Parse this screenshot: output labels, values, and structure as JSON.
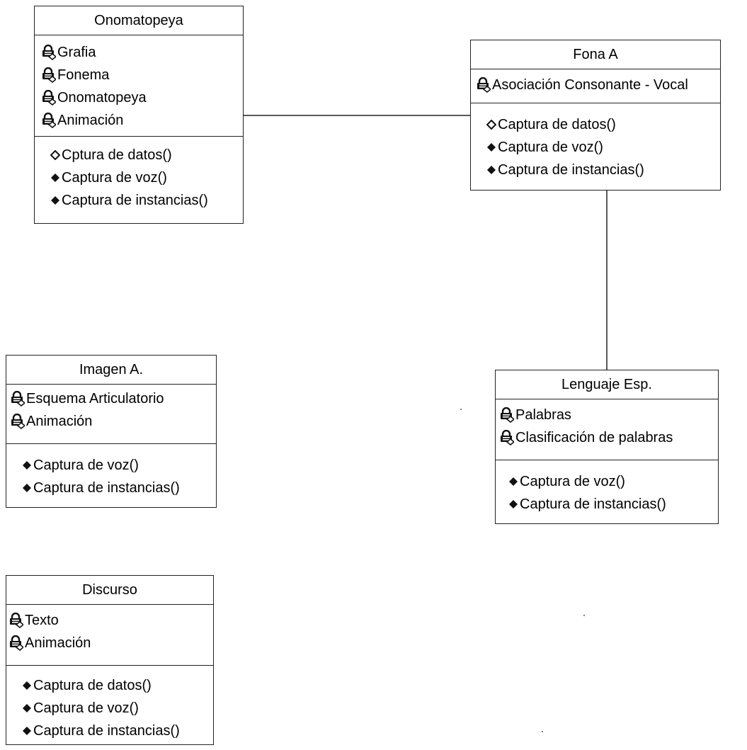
{
  "classes": {
    "onomatopeya": {
      "name": "Onomatopeya",
      "attributes": [
        "Grafia",
        "Fonema",
        "Onomatopeya",
        "Animación"
      ],
      "methods": [
        "Cptura de datos()",
        "Captura de voz()",
        "Captura de instancias()"
      ]
    },
    "fona_a": {
      "name": "Fona A",
      "attributes": [
        "Asociación Consonante - Vocal"
      ],
      "methods": [
        "Captura de datos()",
        "Captura de voz()",
        "Captura de instancias()"
      ]
    },
    "imagen_a": {
      "name": "Imagen A.",
      "attributes": [
        "Esquema Articulatorio",
        "Animación"
      ],
      "methods": [
        "Captura de voz()",
        "Captura de instancias()"
      ]
    },
    "lenguaje_esp": {
      "name": "Lenguaje Esp.",
      "attributes": [
        "Palabras",
        "Clasificación de palabras"
      ],
      "methods": [
        "Captura de voz()",
        "Captura de instancias()"
      ]
    },
    "discurso": {
      "name": "Discurso",
      "attributes": [
        "Texto",
        "Animación"
      ],
      "methods": [
        "Captura de datos()",
        "Captura de voz()",
        "Captura de instancias()"
      ]
    }
  },
  "icons": {
    "attribute": "private-attribute-lock-icon",
    "method": "public-method-diamond-icon"
  }
}
